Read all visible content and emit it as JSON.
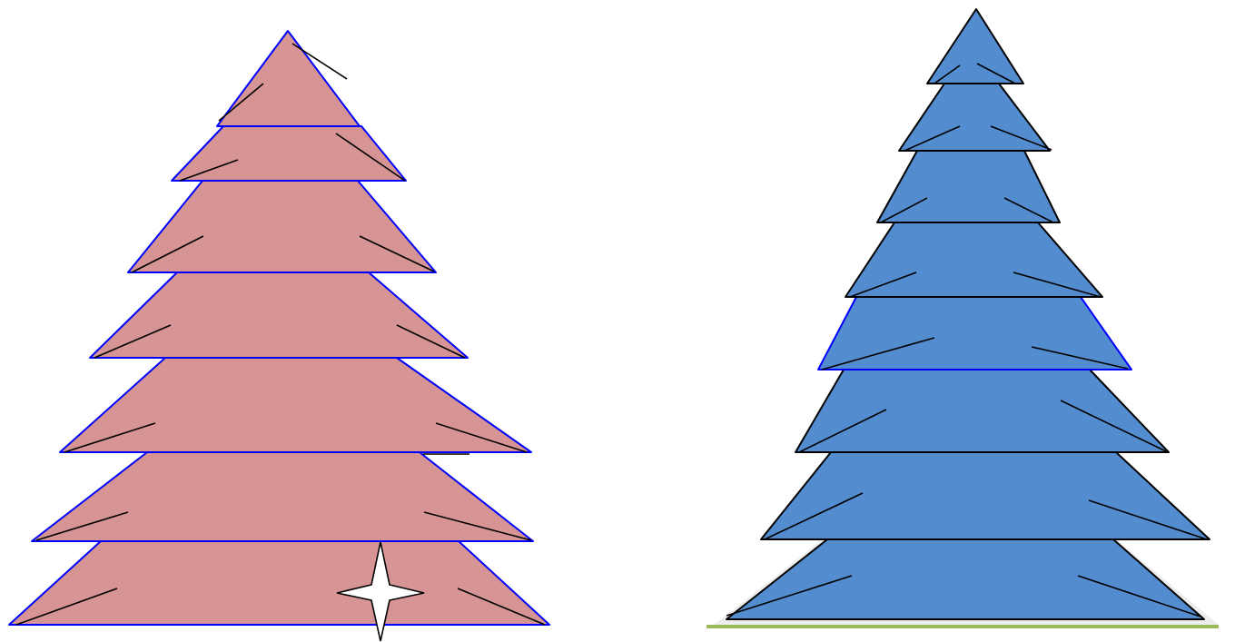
{
  "trees": [
    {
      "name": "left-tree",
      "fill": "#d69494",
      "tier_stroke": "#0000ff",
      "branch_stroke": "#000000",
      "tiers": 7
    },
    {
      "name": "right-tree",
      "fill": "#538ccf",
      "tier_stroke": "#000000",
      "accent_stroke": "#0000ff",
      "branch_stroke": "#000000",
      "tiers": 8,
      "base_colors": [
        "#eeeeee",
        "#9bbb59"
      ]
    }
  ],
  "star": {
    "name": "four-point-star",
    "fill": "#ffffff",
    "stroke": "#000000"
  }
}
